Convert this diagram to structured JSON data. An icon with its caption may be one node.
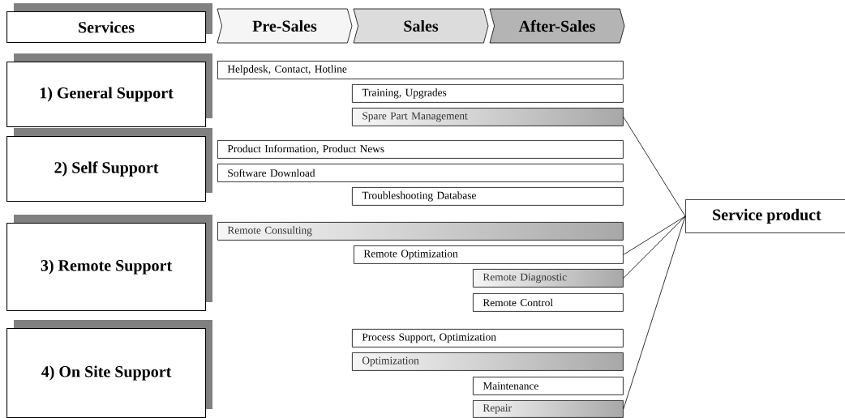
{
  "diagram": {
    "nodes": [
      {
        "text": [
          "Services"
        ]
      },
      {
        "text": [
          "Pre-Sales"
        ]
      },
      {
        "text": [
          "Sales"
        ]
      },
      {
        "text": [
          "After-Sales"
        ]
      },
      {
        "text": [
          "1) General Support"
        ]
      },
      {
        "text": [
          "Helpdesk, Contact, Hotline"
        ]
      },
      {
        "text": [
          "Training, Upgrades"
        ]
      },
      {
        "text": [
          "Spare Part Management"
        ]
      },
      {
        "text": [
          "2) Self Support"
        ]
      },
      {
        "text": [
          "Product Information, Product News"
        ]
      },
      {
        "text": [
          "Software Download"
        ]
      },
      {
        "text": [
          "Troubleshooting Database"
        ]
      },
      {
        "text": [
          "3) Remote Support"
        ]
      },
      {
        "text": [
          "Remote Consulting"
        ]
      },
      {
        "text": [
          "Remote Optimization"
        ]
      },
      {
        "text": [
          "Remote Diagnostic"
        ]
      },
      {
        "text": [
          "Remote Control"
        ]
      },
      {
        "text": [
          "4) On Site Support"
        ]
      },
      {
        "text": [
          "Process Support, Optimization"
        ]
      },
      {
        "text": [
          "Optimization"
        ]
      },
      {
        "text": [
          "Maintenance"
        ]
      },
      {
        "text": [
          "Repair"
        ]
      },
      {
        "text": [
          "Service product"
        ]
      }
    ],
    "edges": [
      {
        "from": 7,
        "to": 22,
        "arrow": "none"
      },
      {
        "from": 14,
        "to": 22,
        "arrow": "none"
      },
      {
        "from": 15,
        "to": 22,
        "arrow": "none"
      },
      {
        "from": 21,
        "to": 22,
        "arrow": "none"
      }
    ]
  }
}
